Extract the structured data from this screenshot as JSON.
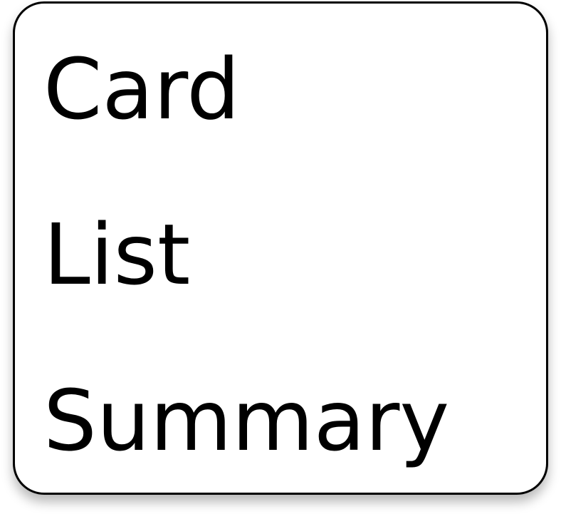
{
  "menu": {
    "items": [
      {
        "label": "Card"
      },
      {
        "label": "List"
      },
      {
        "label": "Summary"
      }
    ]
  }
}
